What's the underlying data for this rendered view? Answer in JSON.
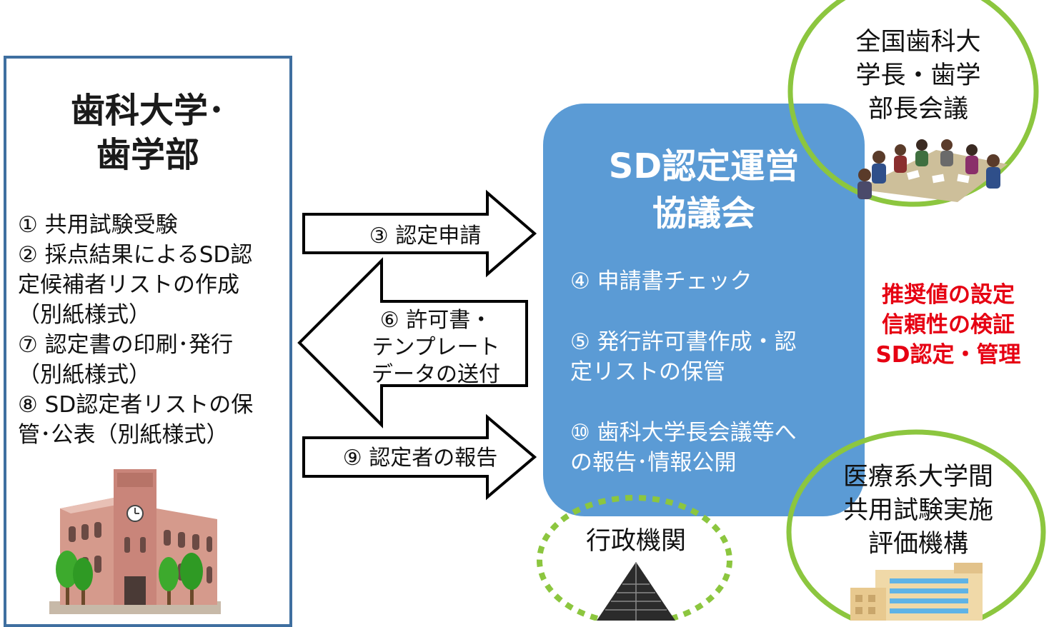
{
  "left_panel": {
    "title": "歯科大学･\n歯学部",
    "lines": [
      "① 共用試験受験",
      "② 採点結果によるSD認",
      "定候補者リストの作成",
      "（別紙様式）",
      "⑦ 認定書の印刷･発行",
      "（別紙様式）",
      "⑧ SD認定者リストの保",
      "管･公表（別紙様式）"
    ],
    "illustration": "university-building-icon"
  },
  "arrows": {
    "top_right": "③ 認定申請",
    "left": "⑥ 許可書・\nテンプレート\nデータの送付",
    "bottom_right": "⑨ 認定者の報告"
  },
  "council": {
    "title": "SD認定運営\n協議会",
    "items": [
      "④ 申請書チェック",
      "⑤ 発行許可書作成・認\n定リストの保管",
      "⑩ 歯科大学長会議等へ\nの報告･情報公開"
    ],
    "color": "#5b9bd5"
  },
  "side_note": "推奨値の設定\n信頼性の検証\nSD認定・管理",
  "circles": {
    "deans": {
      "label": "全国歯科大\n学長・歯学\n部長会議",
      "illustration": "meeting-people-icon"
    },
    "government": {
      "label": "行政機関",
      "illustration": "office-building-icon"
    },
    "cbt_org": {
      "label": "医療系大学間\n共用試験実施\n評価機構",
      "illustration": "institution-building-icon"
    }
  },
  "colors": {
    "panel_border": "#3f6fa0",
    "circle_green": "#8cc63f",
    "note_red": "#e60012"
  }
}
